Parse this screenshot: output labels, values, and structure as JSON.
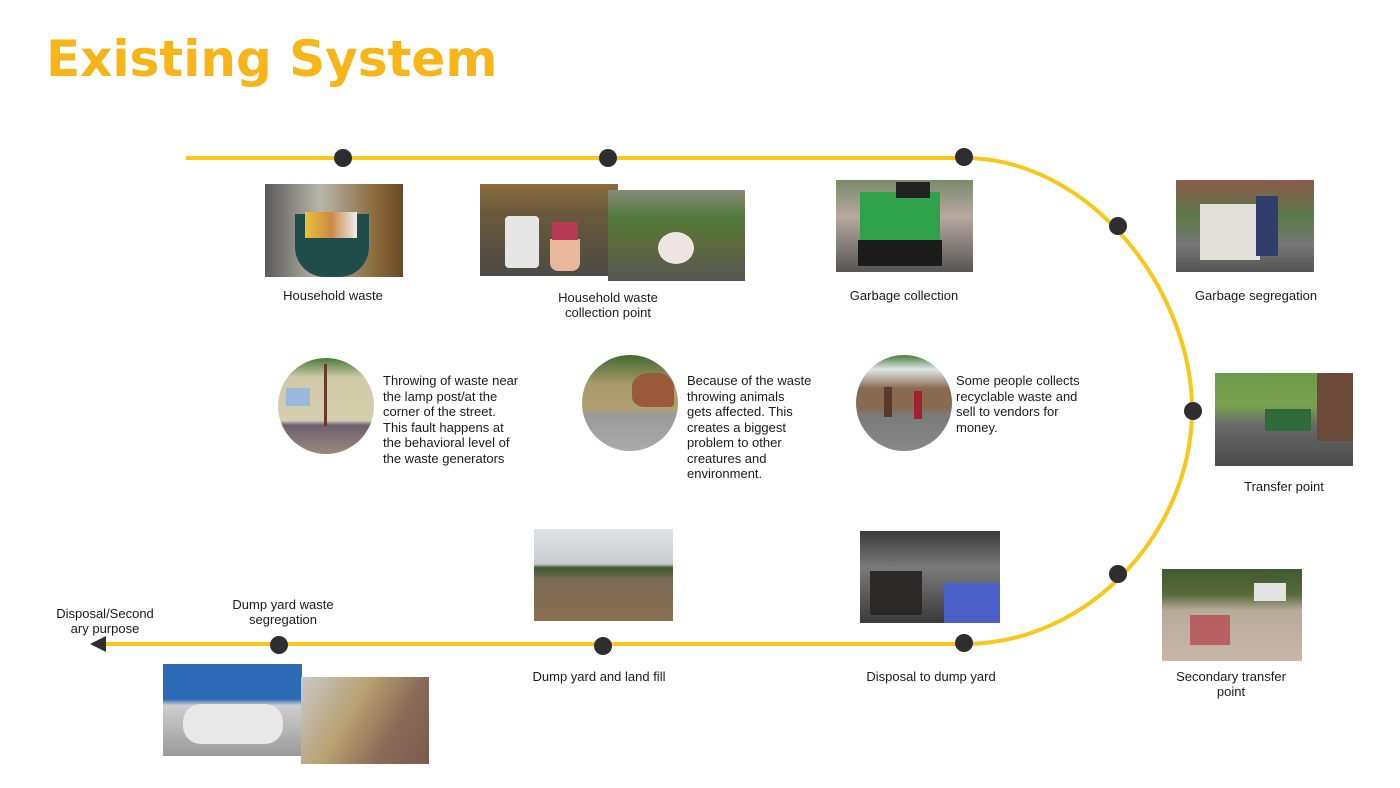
{
  "title": "Existing System",
  "colors": {
    "track": "#f9c61a",
    "dot": "#2e2e30",
    "title": "#f7b519"
  },
  "steps": [
    {
      "label": "Household waste",
      "image": "trash-bin-photo"
    },
    {
      "label": "Household waste collection point",
      "image": "bucket-collection-photo"
    },
    {
      "label": "Garbage collection",
      "image": "green-garbage-vehicle-photo"
    },
    {
      "label": "Garbage segregation",
      "image": "waste-picker-cart-photo"
    },
    {
      "label": "Transfer point",
      "image": "roadside-transfer-truck-photo"
    },
    {
      "label": "Secondary transfer point",
      "image": "open-waste-ground-photo"
    },
    {
      "label": "Disposal to dump yard",
      "image": "dump-yard-shed-photo"
    },
    {
      "label": "Dump yard and land fill",
      "image": "landfill-photo"
    },
    {
      "label": "Dump yard waste segregation",
      "image": "segregated-sacks-photo"
    },
    {
      "label": "Disposal/Secondary purpose",
      "image": ""
    }
  ],
  "labels_display": {
    "household_waste": "Household waste",
    "collection_point_line1": "Household waste",
    "collection_point_line2": "collection point",
    "garbage_collection": "Garbage collection",
    "garbage_segregation": "Garbage segregation",
    "transfer_point": "Transfer point",
    "secondary_transfer_line1": "Secondary transfer",
    "secondary_transfer_line2": "point",
    "disposal_dump_yard": "Disposal to dump yard",
    "dump_yard_landfill": "Dump yard and land fill",
    "dump_yard_segregation_line1": "Dump yard waste",
    "dump_yard_segregation_line2": "segregation",
    "final_line1": "Disposal/Second",
    "final_line2": "ary purpose"
  },
  "problems": [
    {
      "image": "street-corner-waste-photo",
      "lines": [
        "Throwing of waste near",
        "the lamp post/at the",
        "corner of the street.",
        "This fault happens at",
        "the behavioral level of",
        "the waste generators"
      ]
    },
    {
      "image": "cow-eating-waste-photo",
      "lines": [
        "Because of the waste",
        "throwing animals",
        "gets affected. This",
        "creates a biggest",
        "problem to other",
        "creatures and",
        "environment."
      ]
    },
    {
      "image": "ragpickers-photo",
      "lines": [
        "Some people collects",
        "recyclable waste and",
        "sell to vendors for",
        "money."
      ]
    }
  ]
}
